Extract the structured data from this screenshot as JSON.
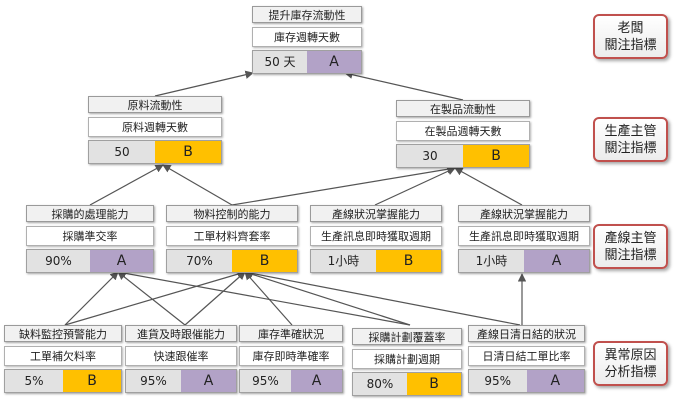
{
  "nodes": {
    "top": {
      "title": "提升庫存流動性",
      "metric": "庫存週轉天數",
      "value": "50 天",
      "grade": "A"
    },
    "material": {
      "title": "原料流動性",
      "metric": "原料週轉天數",
      "value": "50",
      "grade": "B"
    },
    "wip": {
      "title": "在製品流動性",
      "metric": "在製品週轉天數",
      "value": "30",
      "grade": "B"
    },
    "purchase": {
      "title": "採購的處理能力",
      "metric": "採購準交率",
      "value": "90%",
      "grade": "A"
    },
    "control": {
      "title": "物料控制的能力",
      "metric": "工單材料齊套率",
      "value": "70%",
      "grade": "B"
    },
    "line1": {
      "title": "產線狀況掌握能力",
      "metric": "生產訊息即時獲取週期",
      "value": "1小時",
      "grade": "B"
    },
    "line2": {
      "title": "產線狀況掌握能力",
      "metric": "生產訊息即時獲取週期",
      "value": "1小時",
      "grade": "A"
    },
    "shortage": {
      "title": "缺料監控預警能力",
      "metric": "工單補欠料率",
      "value": "5%",
      "grade": "B"
    },
    "followup": {
      "title": "進貨及時跟催能力",
      "metric": "快速跟催率",
      "value": "95%",
      "grade": "A"
    },
    "accuracy": {
      "title": "庫存準確狀況",
      "metric": "庫存即時準確率",
      "value": "95%",
      "grade": "A"
    },
    "coverage": {
      "title": "採購計劃覆蓋率",
      "metric": "採購計劃週期",
      "value": "80%",
      "grade": "B"
    },
    "daily": {
      "title": "產線日清日結的狀況",
      "metric": "日清日結工單比率",
      "value": "95%",
      "grade": "A"
    }
  },
  "labels": {
    "boss": [
      "老闆",
      "關注指標"
    ],
    "prod": [
      "生產主管",
      "關注指標"
    ],
    "line": [
      "產線主管",
      "關注指標"
    ],
    "cause": [
      "異常原因",
      "分析指標"
    ]
  },
  "colors": {
    "grade_A": "#b2a2c7",
    "grade_B": "#ffc000",
    "label_border": "#c0504d",
    "arrow": "#555555"
  }
}
